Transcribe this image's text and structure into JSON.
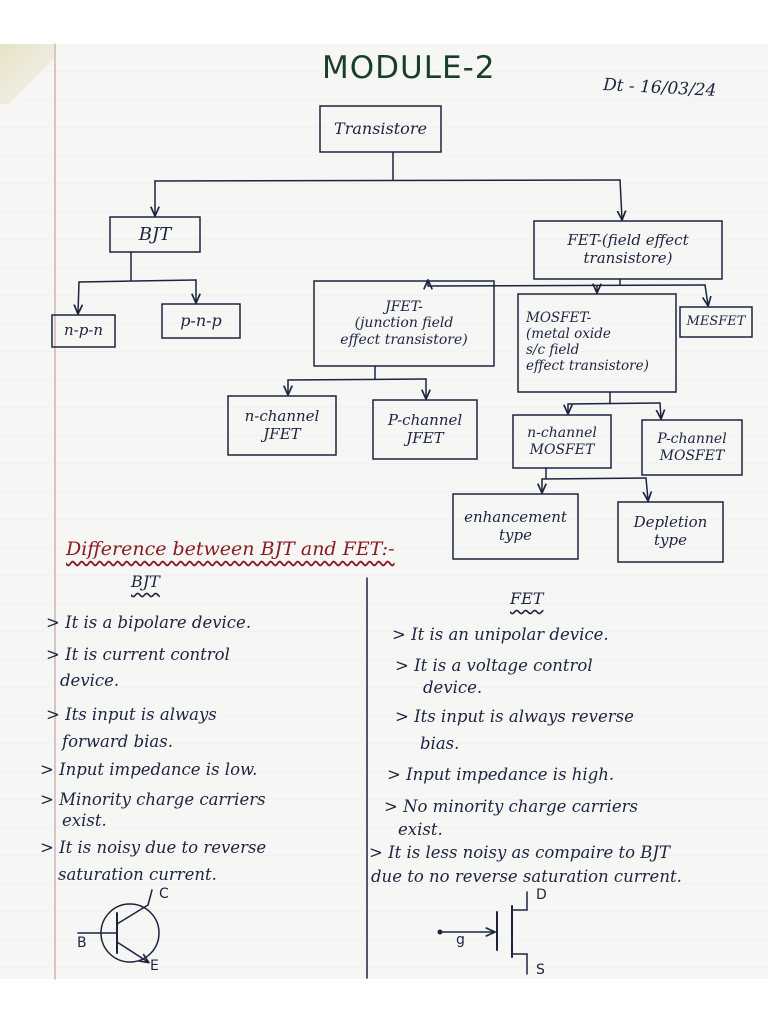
{
  "header": {
    "title": "MODULE-2",
    "date": "Dt - 16/03/24"
  },
  "tree": {
    "root": "Transistore",
    "bjt": "BJT",
    "npn": "n-p-n",
    "pnp": "p-n-p",
    "fet": [
      "FET-(field effect",
      "transistore)"
    ],
    "jfet": [
      "JFET-",
      "(junction field",
      "effect transistore)"
    ],
    "mosfet": [
      "MOSFET-",
      "(metal oxide",
      "s/c field",
      "effect transistore)"
    ],
    "mesfet": "MESFET",
    "n_jfet": [
      "n-channel",
      "JFET"
    ],
    "p_jfet": [
      "P-channel",
      "JFET"
    ],
    "n_mosfet": [
      "n-channel",
      "MOSFET"
    ],
    "p_mosfet": [
      "P-channel",
      "MOSFET"
    ],
    "enhancement": [
      "enhancement",
      "type"
    ],
    "depletion": [
      "Depletion",
      "type"
    ]
  },
  "difference": {
    "heading": "Difference between BJT and FET:-",
    "bjt": {
      "heading": "BJT",
      "lines": [
        "> It is a bipolare device.",
        "> It is current control",
        "device.",
        "> Its input is always",
        "forward bias.",
        "> Input impedance is low.",
        "> Minority charge carriers",
        "exist.",
        "> It is noisy due to reverse",
        "saturation current."
      ]
    },
    "fet": {
      "heading": "FET",
      "lines": [
        "> It is an unipolar device.",
        "> It is a voltage control",
        "device.",
        "> Its input is always reverse",
        "bias.",
        "> Input impedance is high.",
        "> No minority charge carriers",
        "exist.",
        "> It is less noisy as compaire to BJT",
        "due to no reverse saturation current."
      ]
    }
  },
  "symbols": {
    "bjt": {
      "c": "C",
      "b": "B",
      "e": "E"
    },
    "fet": {
      "d": "D",
      "g": "g",
      "s": "S"
    }
  }
}
